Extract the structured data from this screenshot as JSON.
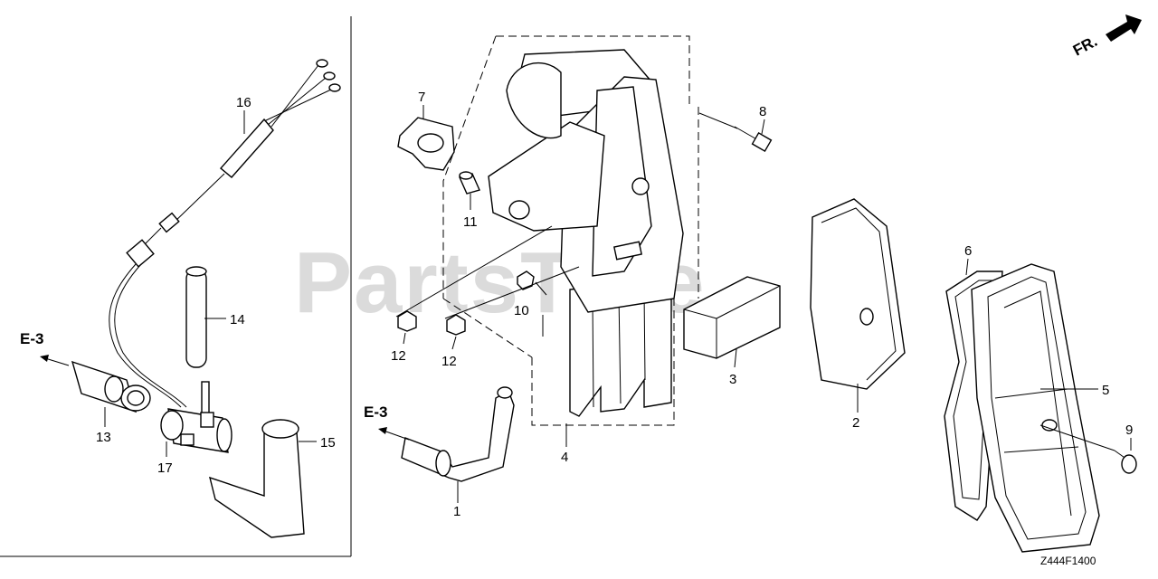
{
  "diagram": {
    "watermark": "PartsTree",
    "direction_label": "FR.",
    "drawing_code": "Z444F1400",
    "ref_labels": {
      "left": "E-3",
      "center": "E-3"
    },
    "callouts": {
      "c1": "1",
      "c2": "2",
      "c3": "3",
      "c4": "4",
      "c5": "5",
      "c6": "6",
      "c7": "7",
      "c8": "8",
      "c9": "9",
      "c10": "10",
      "c11": "11",
      "c12a": "12",
      "c12b": "12",
      "c13": "13",
      "c14": "14",
      "c15": "15",
      "c16": "16",
      "c17": "17"
    }
  }
}
